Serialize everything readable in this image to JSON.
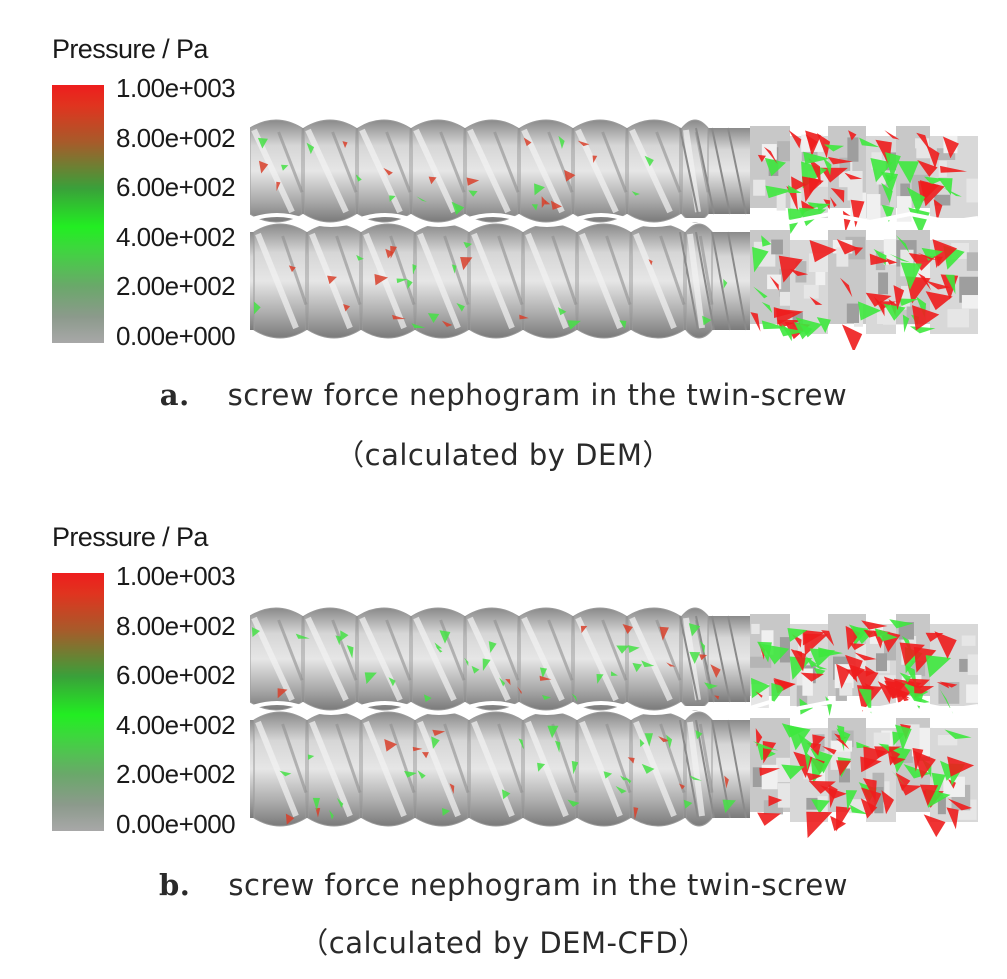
{
  "panels": [
    {
      "legend_title": "Pressure / Pa",
      "ticks": [
        "1.00e+003",
        "8.00e+002",
        "6.00e+002",
        "4.00e+002",
        "2.00e+002",
        "0.00e+000"
      ],
      "caption_letter": "a.",
      "caption_text": "screw force nephogram in the twin-screw",
      "caption_sub": "（calculated by DEM）"
    },
    {
      "legend_title": "Pressure / Pa",
      "ticks": [
        "1.00e+003",
        "8.00e+002",
        "6.00e+002",
        "4.00e+002",
        "2.00e+002",
        "0.00e+000"
      ],
      "caption_letter": "b.",
      "caption_text": "screw force nephogram in the twin-screw",
      "caption_sub": "（calculated by DEM-CFD）"
    }
  ],
  "colors": {
    "high": "#ee1d1d",
    "mid": "#22ee22",
    "low": "#a8a8a8",
    "screw": "#c9c9c9"
  }
}
